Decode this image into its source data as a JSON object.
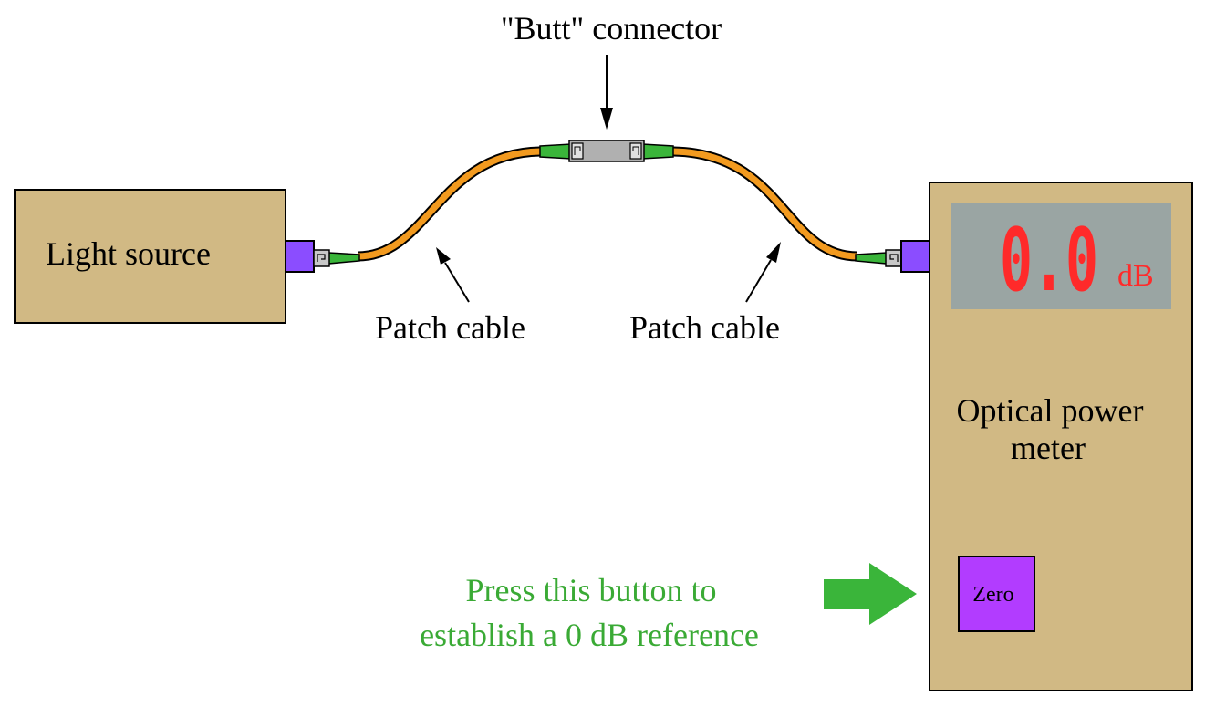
{
  "labels": {
    "connector": "\"Butt\" connector",
    "light_source": "Light source",
    "patch_cable_left": "Patch cable",
    "patch_cable_right": "Patch cable",
    "meter_line1": "Optical power",
    "meter_line2": "meter",
    "instruction_line1": "Press this button to",
    "instruction_line2": "establish a 0 dB reference"
  },
  "meter": {
    "display_value": "0.0",
    "display_unit": "dB",
    "zero_button_label": "Zero"
  },
  "colors": {
    "box_fill": "#d1b984",
    "cable": "#f29a1f",
    "boot": "#3ab53a",
    "port": "#8b4dff",
    "display_bg": "#9aa5a3",
    "display_text": "#ff2a2a",
    "button": "#b23cff",
    "instruction": "#3aaa35"
  }
}
